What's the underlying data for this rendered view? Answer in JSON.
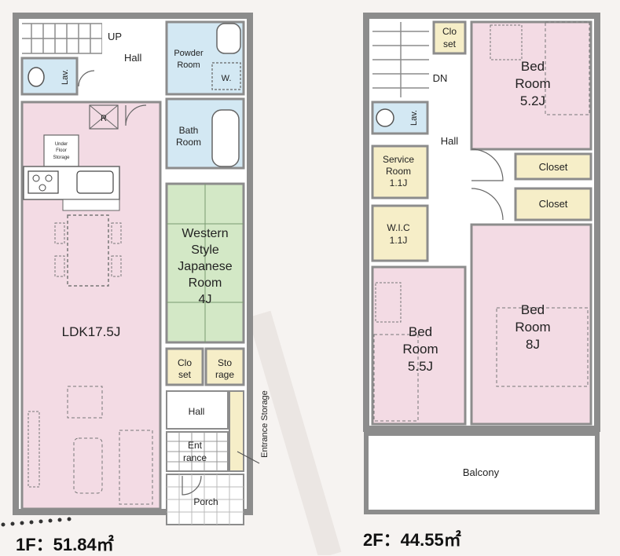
{
  "floor1": {
    "area_label": "1F：51.84㎡",
    "rooms": {
      "up": "UP",
      "hall_top": "Hall",
      "lav": "Lav.",
      "powder_room": [
        "Powder",
        "Room"
      ],
      "w": "W.",
      "r": "R",
      "bath_room": [
        "Bath",
        "Room"
      ],
      "under_floor_storage": [
        "Under",
        "Floor",
        "Storage"
      ],
      "western_japanese_room": [
        "Western",
        "Style",
        "Japanese",
        "Room",
        "4J"
      ],
      "ldk": "LDK17.5J",
      "closet": [
        "Clo",
        "set"
      ],
      "storage": [
        "Sto",
        "rage"
      ],
      "hall_bottom": "Hall",
      "entrance": [
        "Ent",
        "rance"
      ],
      "porch": "Porch",
      "entrance_storage": "Entrance Storage"
    }
  },
  "floor2": {
    "area_label": "2F：44.55㎡",
    "rooms": {
      "closet_top": [
        "Clo",
        "set"
      ],
      "dn": "DN",
      "lav": "Lav.",
      "hall": "Hall",
      "service_room": [
        "Service",
        "Room",
        "1.1J"
      ],
      "wic": [
        "W.I.C",
        "1.1J"
      ],
      "bed_52": [
        "Bed",
        "Room",
        "5.2J"
      ],
      "closet_a": "Closet",
      "closet_b": "Closet",
      "bed_55": [
        "Bed",
        "Room",
        "5.5J"
      ],
      "bed_8": [
        "Bed",
        "Room",
        "8J"
      ],
      "balcony": "Balcony"
    }
  },
  "colors": {
    "wall": "#8c8c8c",
    "pink": "#f3dbe4",
    "blue": "#d3e8f3",
    "green": "#d3e8c6",
    "yellow": "#f6eec8",
    "white": "#ffffff"
  }
}
